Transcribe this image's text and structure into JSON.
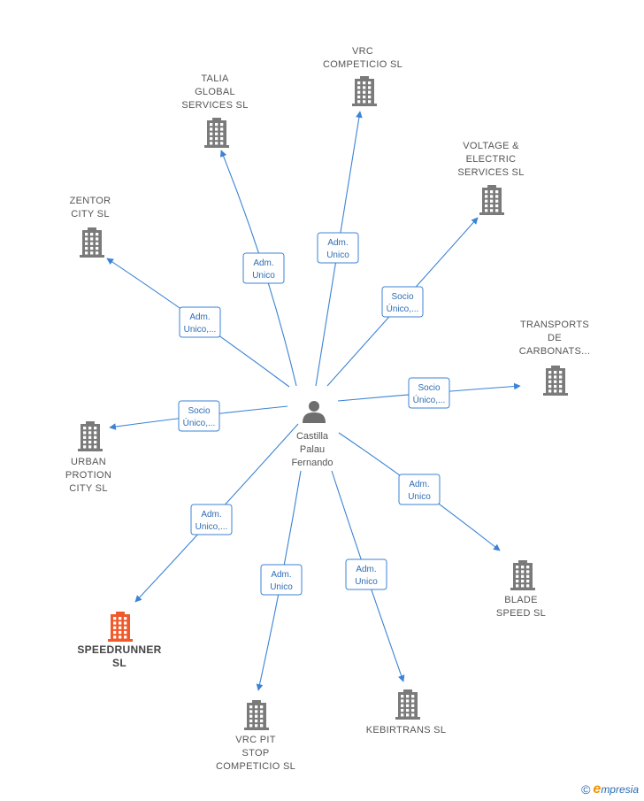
{
  "center": {
    "name_lines": [
      "Castilla",
      "Palau",
      "Fernando"
    ]
  },
  "colors": {
    "edge": "#3b83d4",
    "building": "#7a7a7a",
    "highlight": "#f05a2b",
    "label_border": "#3b83d4",
    "label_text": "#2f6db5"
  },
  "nodes": [
    {
      "id": "vrc-competicio",
      "lines": [
        "VRC",
        "COMPETICIO  SL"
      ],
      "edge_label": [
        "Adm.",
        "Unico"
      ],
      "highlight": false
    },
    {
      "id": "talia-global",
      "lines": [
        "TALIA",
        "GLOBAL",
        "SERVICES SL"
      ],
      "edge_label": [
        "Adm.",
        "Unico"
      ],
      "highlight": false
    },
    {
      "id": "voltage-electric",
      "lines": [
        "VOLTAGE &",
        "ELECTRIC",
        "SERVICES  SL"
      ],
      "edge_label": [
        "Socio",
        "Único,..."
      ],
      "highlight": false
    },
    {
      "id": "zentor-city",
      "lines": [
        "ZENTOR",
        "CITY  SL"
      ],
      "edge_label": [
        "Adm.",
        "Unico,..."
      ],
      "highlight": false
    },
    {
      "id": "transports-carbonats",
      "lines": [
        "TRANSPORTS",
        "DE",
        "CARBONATS..."
      ],
      "edge_label": [
        "Socio",
        "Único,..."
      ],
      "highlight": false
    },
    {
      "id": "urban-protion",
      "lines": [
        "URBAN",
        "PROTION",
        "CITY  SL"
      ],
      "edge_label": [
        "Socio",
        "Único,..."
      ],
      "highlight": false
    },
    {
      "id": "blade-speed",
      "lines": [
        "BLADE",
        "SPEED SL"
      ],
      "edge_label": [
        "Adm.",
        "Unico"
      ],
      "highlight": false
    },
    {
      "id": "speedrunner",
      "lines": [
        "SPEEDRUNNER",
        "SL"
      ],
      "edge_label": [
        "Adm.",
        "Unico,..."
      ],
      "highlight": true
    },
    {
      "id": "vrc-pit-stop",
      "lines": [
        "VRC PIT",
        "STOP",
        "COMPETICIO  SL"
      ],
      "edge_label": [
        "Adm.",
        "Unico"
      ],
      "highlight": false
    },
    {
      "id": "kebirtrans",
      "lines": [
        "KEBIRTRANS SL"
      ],
      "edge_label": [
        "Adm.",
        "Unico"
      ],
      "highlight": false
    }
  ],
  "footer": {
    "copyright": "©",
    "brand_e": "e",
    "brand_rest": "mpresia"
  }
}
